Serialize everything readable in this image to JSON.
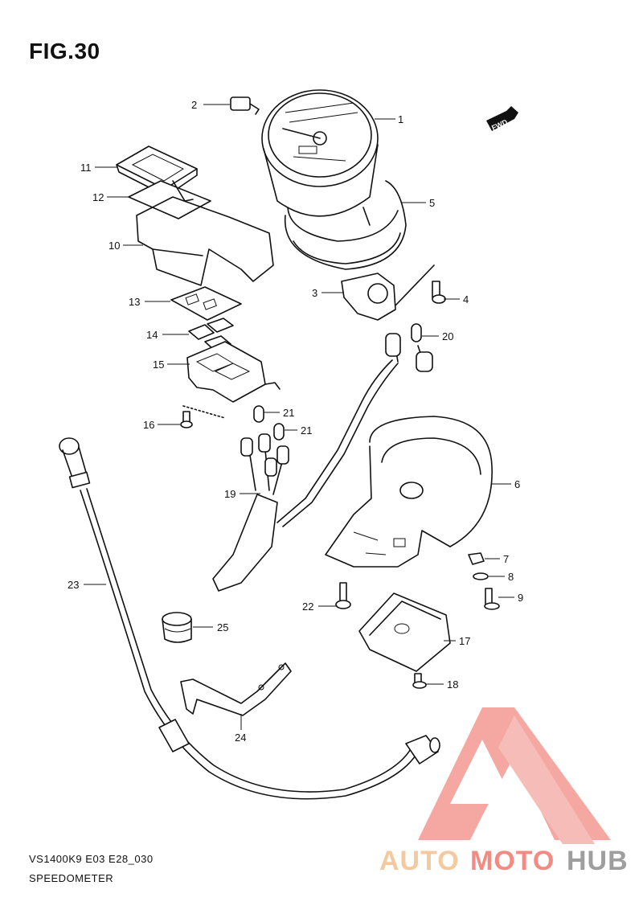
{
  "figure": {
    "title": "FIG.30",
    "model_code": "VS1400K9 E03 E28_030",
    "section_name": "SPEEDOMETER",
    "direction_tag": "FWD"
  },
  "callouts": [
    {
      "id": "c1",
      "label": "1"
    },
    {
      "id": "c2",
      "label": "2"
    },
    {
      "id": "c3",
      "label": "3"
    },
    {
      "id": "c4",
      "label": "4"
    },
    {
      "id": "c5",
      "label": "5"
    },
    {
      "id": "c6",
      "label": "6"
    },
    {
      "id": "c7",
      "label": "7"
    },
    {
      "id": "c8",
      "label": "8"
    },
    {
      "id": "c9",
      "label": "9"
    },
    {
      "id": "c10",
      "label": "10"
    },
    {
      "id": "c11",
      "label": "11"
    },
    {
      "id": "c12",
      "label": "12"
    },
    {
      "id": "c13",
      "label": "13"
    },
    {
      "id": "c14",
      "label": "14"
    },
    {
      "id": "c15",
      "label": "15"
    },
    {
      "id": "c16",
      "label": "16"
    },
    {
      "id": "c17",
      "label": "17"
    },
    {
      "id": "c18",
      "label": "18"
    },
    {
      "id": "c19",
      "label": "19"
    },
    {
      "id": "c20",
      "label": "20"
    },
    {
      "id": "c21a",
      "label": "21"
    },
    {
      "id": "c21b",
      "label": "21"
    },
    {
      "id": "c22",
      "label": "22"
    },
    {
      "id": "c23",
      "label": "23"
    },
    {
      "id": "c24",
      "label": "24"
    },
    {
      "id": "c25",
      "label": "25"
    }
  ],
  "watermark": {
    "part1": "AUTO",
    "part2": "MOTO",
    "part3": "HUB",
    "colors": {
      "auto": "#f5c9a0",
      "moto": "#f28b82",
      "hub": "#9e9e9e",
      "triangle": "#f06a6a"
    }
  }
}
